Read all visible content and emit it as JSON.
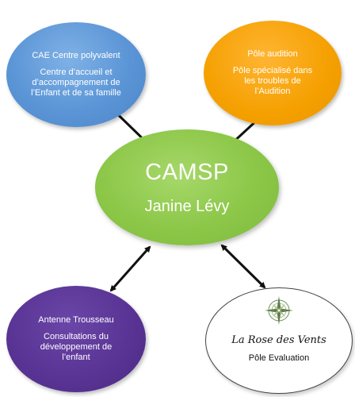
{
  "nodes": {
    "center": {
      "title": "CAMSP",
      "subtitle": "Janine Lévy",
      "color": "#8cc748"
    },
    "top_left": {
      "title": "CAE Centre polyvalent",
      "subtitle": "Centre d’accueil et\nd’accompagnement de\nl’Enfant et de sa famille",
      "color": "#5b95d6"
    },
    "top_right": {
      "title": "Pôle audition",
      "subtitle": "Pôle spécialisé dans\nles troubles de\nl’Audition",
      "color": "#f5a000"
    },
    "bottom_left": {
      "title": "Antenne Trousseau",
      "subtitle": "Consultations du\ndéveloppement de\nl’enfant",
      "color": "#583393"
    },
    "bottom_right": {
      "logo_text": "La Rose des Vents",
      "subtitle": "Pôle Evaluation",
      "logo_icon": "compass-rose-icon",
      "color": "#ffffff"
    }
  },
  "connections": [
    {
      "from": "top_left",
      "to": "center",
      "style": "double-arrow"
    },
    {
      "from": "top_right",
      "to": "center",
      "style": "double-arrow"
    },
    {
      "from": "bottom_left",
      "to": "center",
      "style": "double-arrow"
    },
    {
      "from": "bottom_right",
      "to": "center",
      "style": "double-arrow"
    }
  ]
}
